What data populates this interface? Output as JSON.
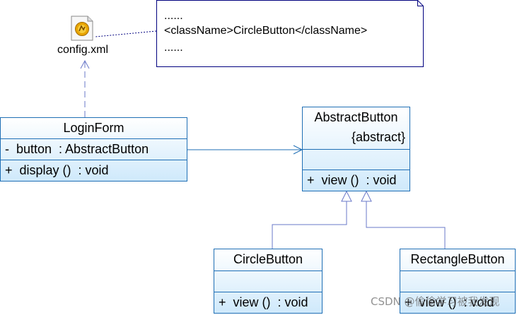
{
  "config_file": {
    "icon": "xml-file-icon",
    "name": "config.xml"
  },
  "note": {
    "lines": [
      "......",
      "<className>CircleButton</className>",
      "......"
    ]
  },
  "classes": {
    "login_form": {
      "name": "LoginForm",
      "attributes": [
        "-  button  : AbstractButton"
      ],
      "operations": [
        "+  display ()  : void"
      ]
    },
    "abstract_button": {
      "name": "AbstractButton",
      "stereotype": "{abstract}",
      "operations": [
        "+  view ()  : void"
      ]
    },
    "circle_button": {
      "name": "CircleButton",
      "operations": [
        "+  view ()  : void"
      ]
    },
    "rectangle_button": {
      "name": "RectangleButton",
      "operations": [
        "+  view ()  : void"
      ]
    }
  },
  "watermark": "CSDN @偷偷学习被我发现",
  "colors": {
    "border": "#1f6fb5",
    "fill_top": "#ffffff",
    "fill_bottom": "#cfe9fb",
    "note_line": "#00007f",
    "arrow": "#1f6fb5"
  }
}
